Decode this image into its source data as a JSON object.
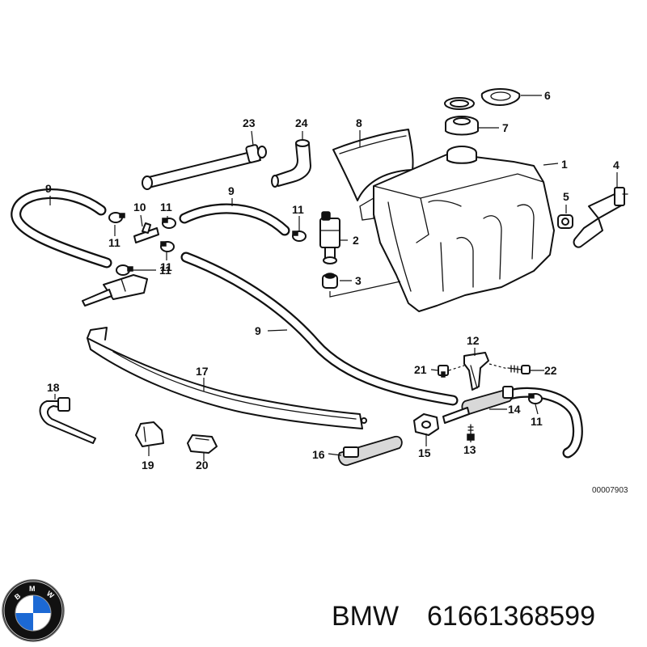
{
  "callouts": {
    "c1": "1",
    "c2": "2",
    "c3": "3",
    "c4": "4",
    "c5": "5",
    "c6": "6",
    "c7": "7",
    "c8": "8",
    "c9a": "9",
    "c9b": "9",
    "c9c": "9",
    "c10": "10",
    "c11a": "11",
    "c11b": "11",
    "c11c": "11",
    "c11d": "11",
    "c11e": "11",
    "c11f": "11",
    "c12": "12",
    "c13": "13",
    "c14": "14",
    "c15": "15",
    "c16": "16",
    "c17": "17",
    "c18": "18",
    "c19": "19",
    "c20": "20",
    "c21": "21",
    "c22": "22",
    "c23": "23",
    "c24": "24"
  },
  "diagram_ref": "00007903",
  "brand": "BMW",
  "part_number": "61661368599",
  "logo": {
    "icon": "bmw-roundel-logo",
    "letters": "BMW",
    "color_blue": "#1c69d4",
    "color_black": "#111111"
  }
}
